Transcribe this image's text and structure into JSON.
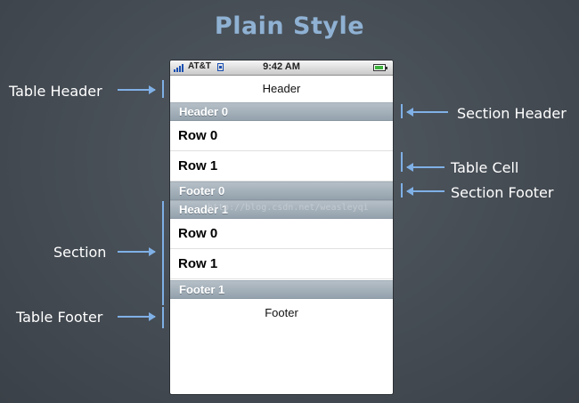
{
  "title": "Plain Style",
  "status_bar": {
    "carrier": "AT&T",
    "time": "9:42 AM"
  },
  "table": {
    "header": "Header",
    "footer": "Footer",
    "sections": [
      {
        "header": "Header 0",
        "rows": [
          "Row 0",
          "Row 1"
        ],
        "footer": "Footer 0"
      },
      {
        "header": "Header 1",
        "rows": [
          "Row 0",
          "Row 1"
        ],
        "footer": "Footer 1"
      }
    ]
  },
  "annotations": {
    "table_header": "Table Header",
    "section_header": "Section Header",
    "table_cell": "Table Cell",
    "section_footer": "Section Footer",
    "section": "Section",
    "table_footer": "Table Footer"
  },
  "watermark": "http://blog.csdn.net/weasleyqi",
  "colors": {
    "background": "#454c54",
    "title": "#8fb1d3",
    "annotation_arrow": "#7fb0e6",
    "section_bar": "#a3adb5"
  }
}
